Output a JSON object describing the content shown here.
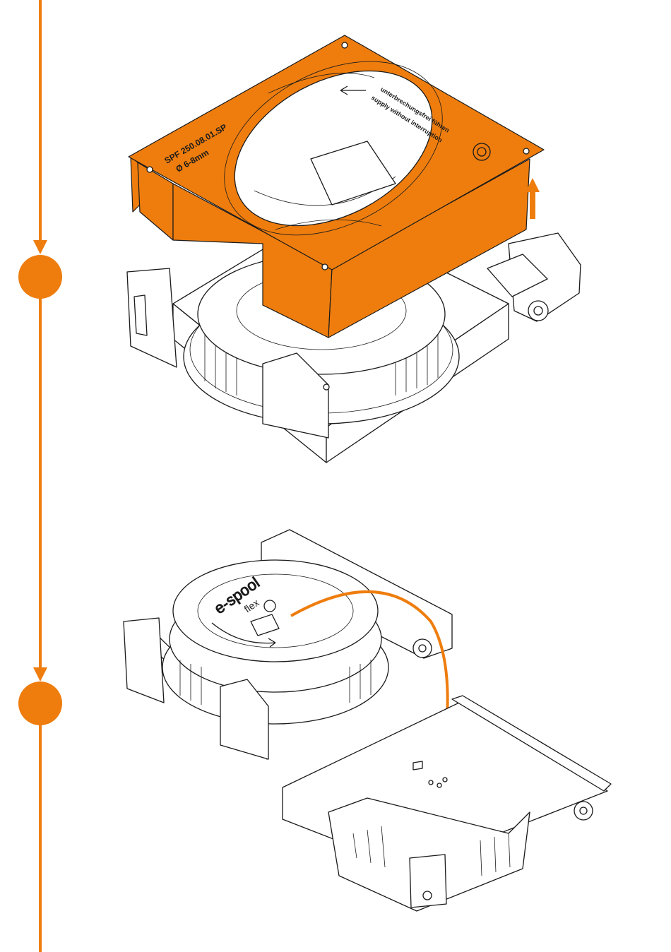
{
  "colors": {
    "accent": "#ee7d0e",
    "line": "#1a1a1a",
    "background": "#ffffff"
  },
  "step1": {
    "part_code": "SPF 250.08.01.SP",
    "diameter": "Ø 6-8mm",
    "feed_text_de": "unterbrechungsfrei führen",
    "feed_text_en": "supply without interruption",
    "arrow_direction": "up"
  },
  "step2": {
    "brand_text": "e-spool",
    "sub_text": "flex",
    "arrow_direction": "flip-over"
  }
}
